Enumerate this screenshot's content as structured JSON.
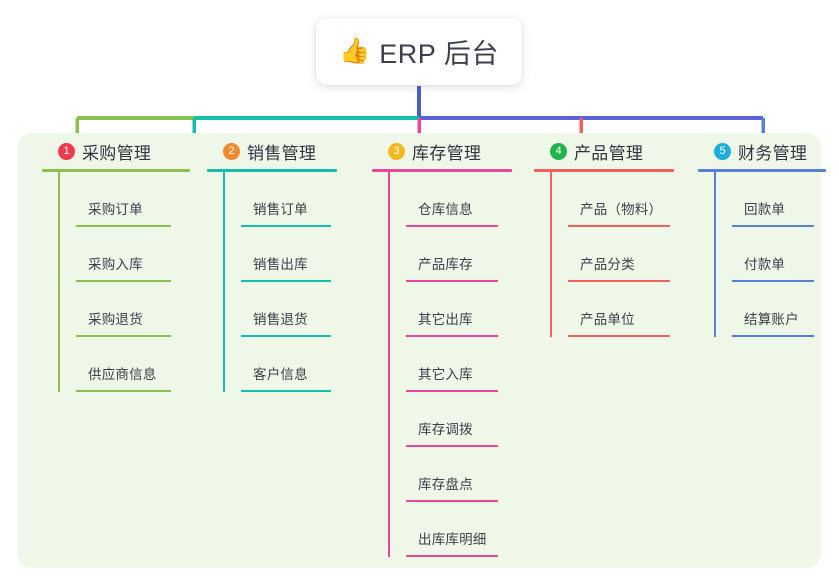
{
  "header": {
    "icon": "thumbs-up-icon",
    "emoji": "👍",
    "title": "ERP 后台"
  },
  "theme": {
    "page_background": "#ffffff",
    "panel_background": "#eef7e8",
    "card_background": "#ffffff",
    "title_text": "#3a3f4b",
    "item_text": "#3b4049",
    "trunk_stem": "#4c5bd4",
    "bar_left": "#8cc152",
    "bar_mid": "#14c0ab",
    "bar_right": "#5a63d6"
  },
  "columns": [
    {
      "index": "1",
      "title": "采购管理",
      "badge_color": "#ef3b4e",
      "line_color": "#8cc152",
      "drop_color": "#8cc152",
      "items": [
        {
          "label": "采购订单"
        },
        {
          "label": "采购入库"
        },
        {
          "label": "采购退货"
        },
        {
          "label": "供应商信息"
        }
      ]
    },
    {
      "index": "2",
      "title": "销售管理",
      "badge_color": "#f08a2e",
      "line_color": "#14c0ab",
      "drop_color": "#14c0ab",
      "items": [
        {
          "label": "销售订单"
        },
        {
          "label": "销售出库"
        },
        {
          "label": "销售退货"
        },
        {
          "label": "客户信息"
        }
      ]
    },
    {
      "index": "3",
      "title": "库存管理",
      "badge_color": "#f5b820",
      "line_color": "#e8479a",
      "drop_color": "#e8479a",
      "items": [
        {
          "label": "仓库信息"
        },
        {
          "label": "产品库存"
        },
        {
          "label": "其它出库"
        },
        {
          "label": "其它入库"
        },
        {
          "label": "库存调拨"
        },
        {
          "label": "库存盘点"
        },
        {
          "label": "出库库明细"
        }
      ]
    },
    {
      "index": "4",
      "title": "产品管理",
      "badge_color": "#22b24c",
      "line_color": "#f4605e",
      "drop_color": "#f4605e",
      "items": [
        {
          "label": "产品（物料）"
        },
        {
          "label": "产品分类"
        },
        {
          "label": "产品单位"
        }
      ]
    },
    {
      "index": "5",
      "title": "财务管理",
      "badge_color": "#1eadd8",
      "line_color": "#5a7fd6",
      "drop_color": "#5a7fd6",
      "items": [
        {
          "label": "回款单"
        },
        {
          "label": "付款单"
        },
        {
          "label": "结算账户"
        }
      ]
    }
  ]
}
